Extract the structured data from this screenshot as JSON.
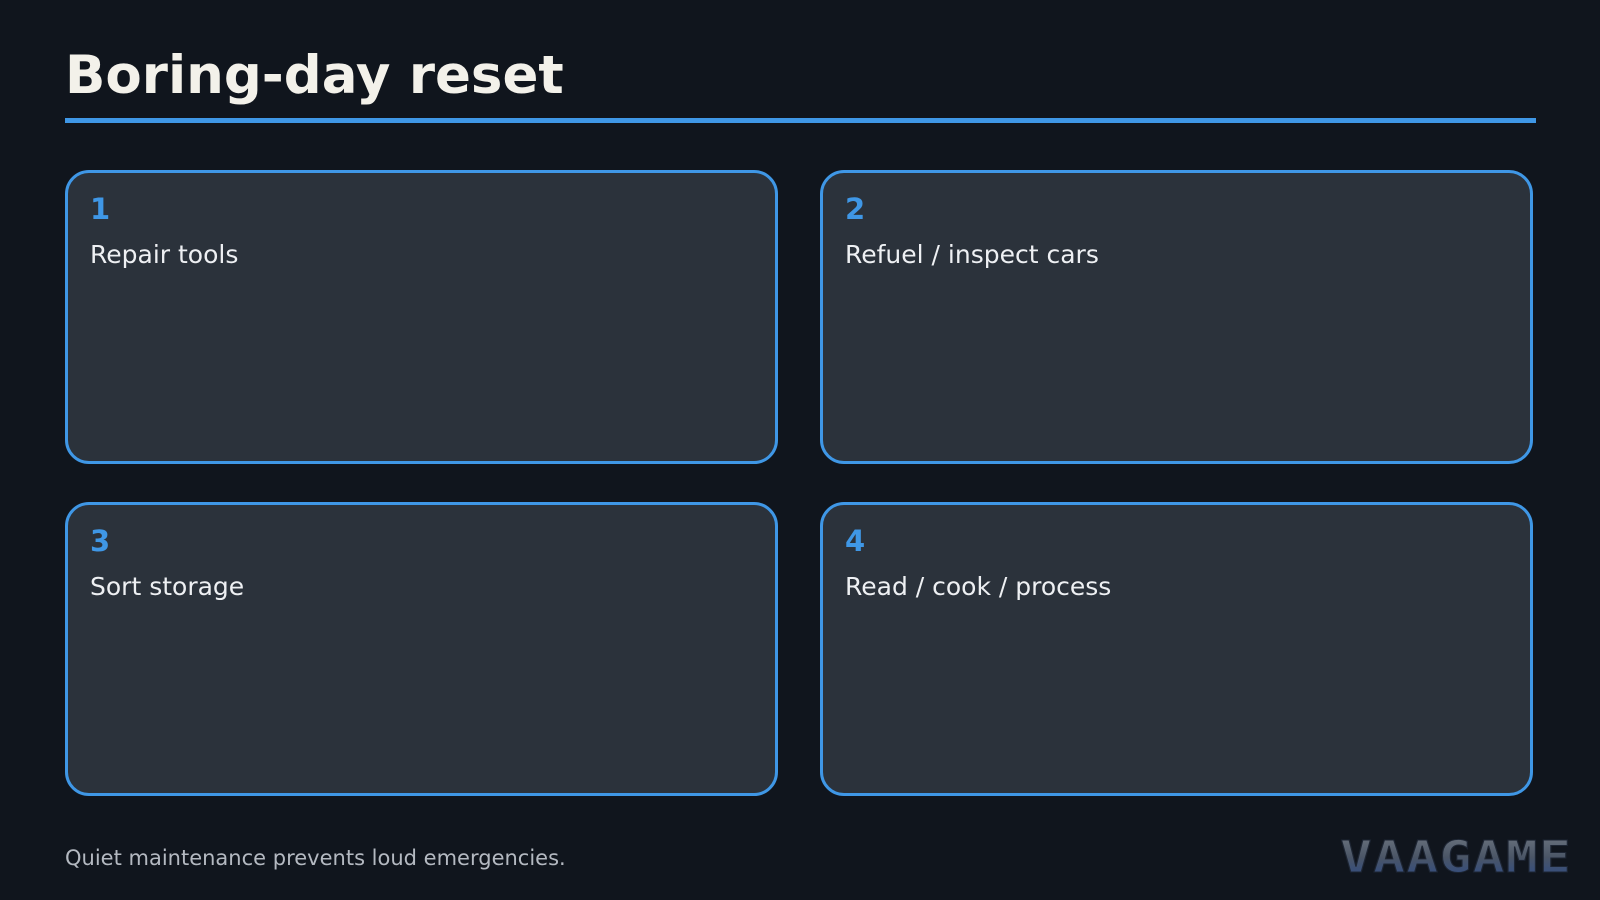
{
  "slide": {
    "title": "Boring-day reset",
    "footer": "Quiet maintenance prevents loud emergencies."
  },
  "cards": [
    {
      "number": "1",
      "label": "Repair tools"
    },
    {
      "number": "2",
      "label": "Refuel / inspect cars"
    },
    {
      "number": "3",
      "label": "Sort storage"
    },
    {
      "number": "4",
      "label": "Read / cook / process"
    }
  ],
  "logo": {
    "text": "VAAGAME"
  },
  "colors": {
    "background": "#10151d",
    "card": "#2b323b",
    "accent": "#3f97e6",
    "title": "#f3f1ea",
    "footer": "#b4b9c1"
  }
}
